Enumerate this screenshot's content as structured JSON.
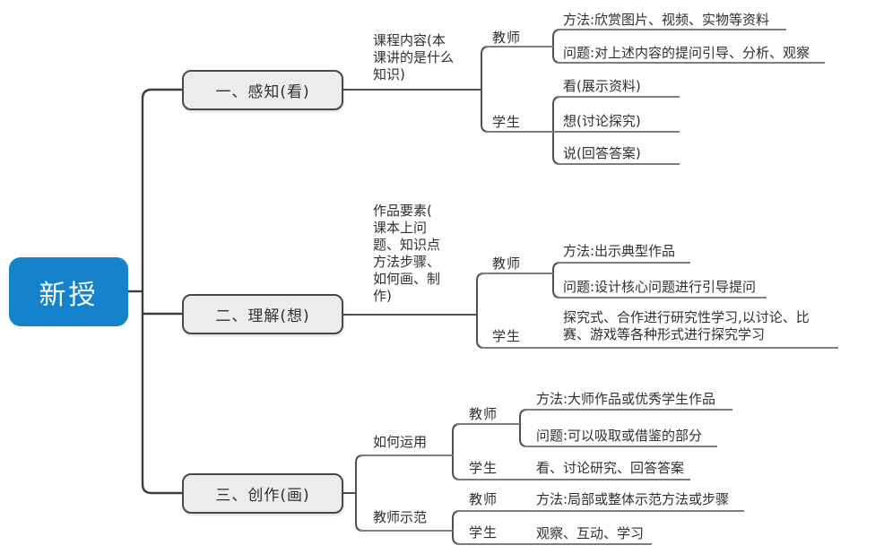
{
  "root": {
    "label": "新授"
  },
  "branch1": {
    "title": "一、感知(看)",
    "note": "课程内容(本\n课讲的是什么\n知识)",
    "teacher": {
      "label": "教师",
      "method": "方法:欣赏图片、视频、实物等资料",
      "question": "问题:对上述内容的提问引导、分析、观察"
    },
    "student": {
      "label": "学生",
      "item1": "看(展示资料)",
      "item2": "想(讨论探究)",
      "item3": "说(回答答案)"
    }
  },
  "branch2": {
    "title": "二、理解(想)",
    "note": "作品要素(\n课本上问\n题、知识点\n方法步骤、\n如何画、制\n作)",
    "teacher": {
      "label": "教师",
      "method": "方法:出示典型作品",
      "question": "问题:设计核心问题进行引导提问"
    },
    "student": {
      "label": "学生",
      "item1": "探究式、合作进行研究性学习,以讨论、比\n赛、游戏等各种形式进行探究学习"
    }
  },
  "branch3": {
    "title": "三、创作(画)",
    "sub1": {
      "label": "如何运用",
      "teacher": {
        "label": "教师",
        "method": "方法:大师作品或优秀学生作品",
        "question": "问题:可以吸取或借鉴的部分"
      },
      "student": {
        "label": "学生",
        "item1": "看、讨论研究、回答答案"
      }
    },
    "sub2": {
      "label": "教师示范",
      "teacher": {
        "label": "教师",
        "method": "方法:局部或整体示范方法或步骤"
      },
      "student": {
        "label": "学生",
        "item1": "观察、互动、学习"
      }
    }
  },
  "colors": {
    "root_bg": "#1583cb",
    "root_text": "#ffffff",
    "topic_bg": "#ececec",
    "topic_border": "#494949",
    "trunk_line": "#3c3c3c",
    "branch_line": "#4e4e4e",
    "underline": "#7d7d7d",
    "text": "#2f2f2f"
  }
}
